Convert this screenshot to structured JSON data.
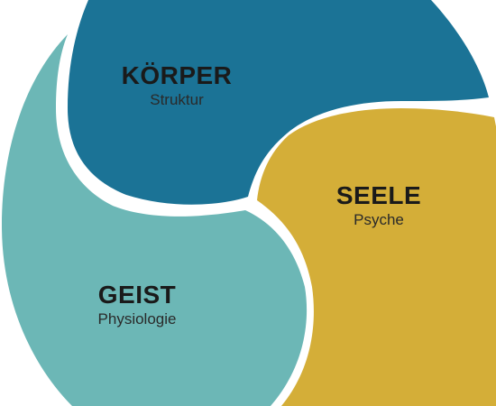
{
  "colors": {
    "koerper": "#1B7396",
    "seele": "#D4AE38",
    "geist": "#6CB7B6",
    "separator": "#ffffff"
  },
  "segments": [
    {
      "id": "koerper",
      "title": "KÖRPER",
      "subtitle": "Struktur"
    },
    {
      "id": "seele",
      "title": "SEELE",
      "subtitle": "Psyche"
    },
    {
      "id": "geist",
      "title": "GEIST",
      "subtitle": "Physiologie"
    }
  ]
}
